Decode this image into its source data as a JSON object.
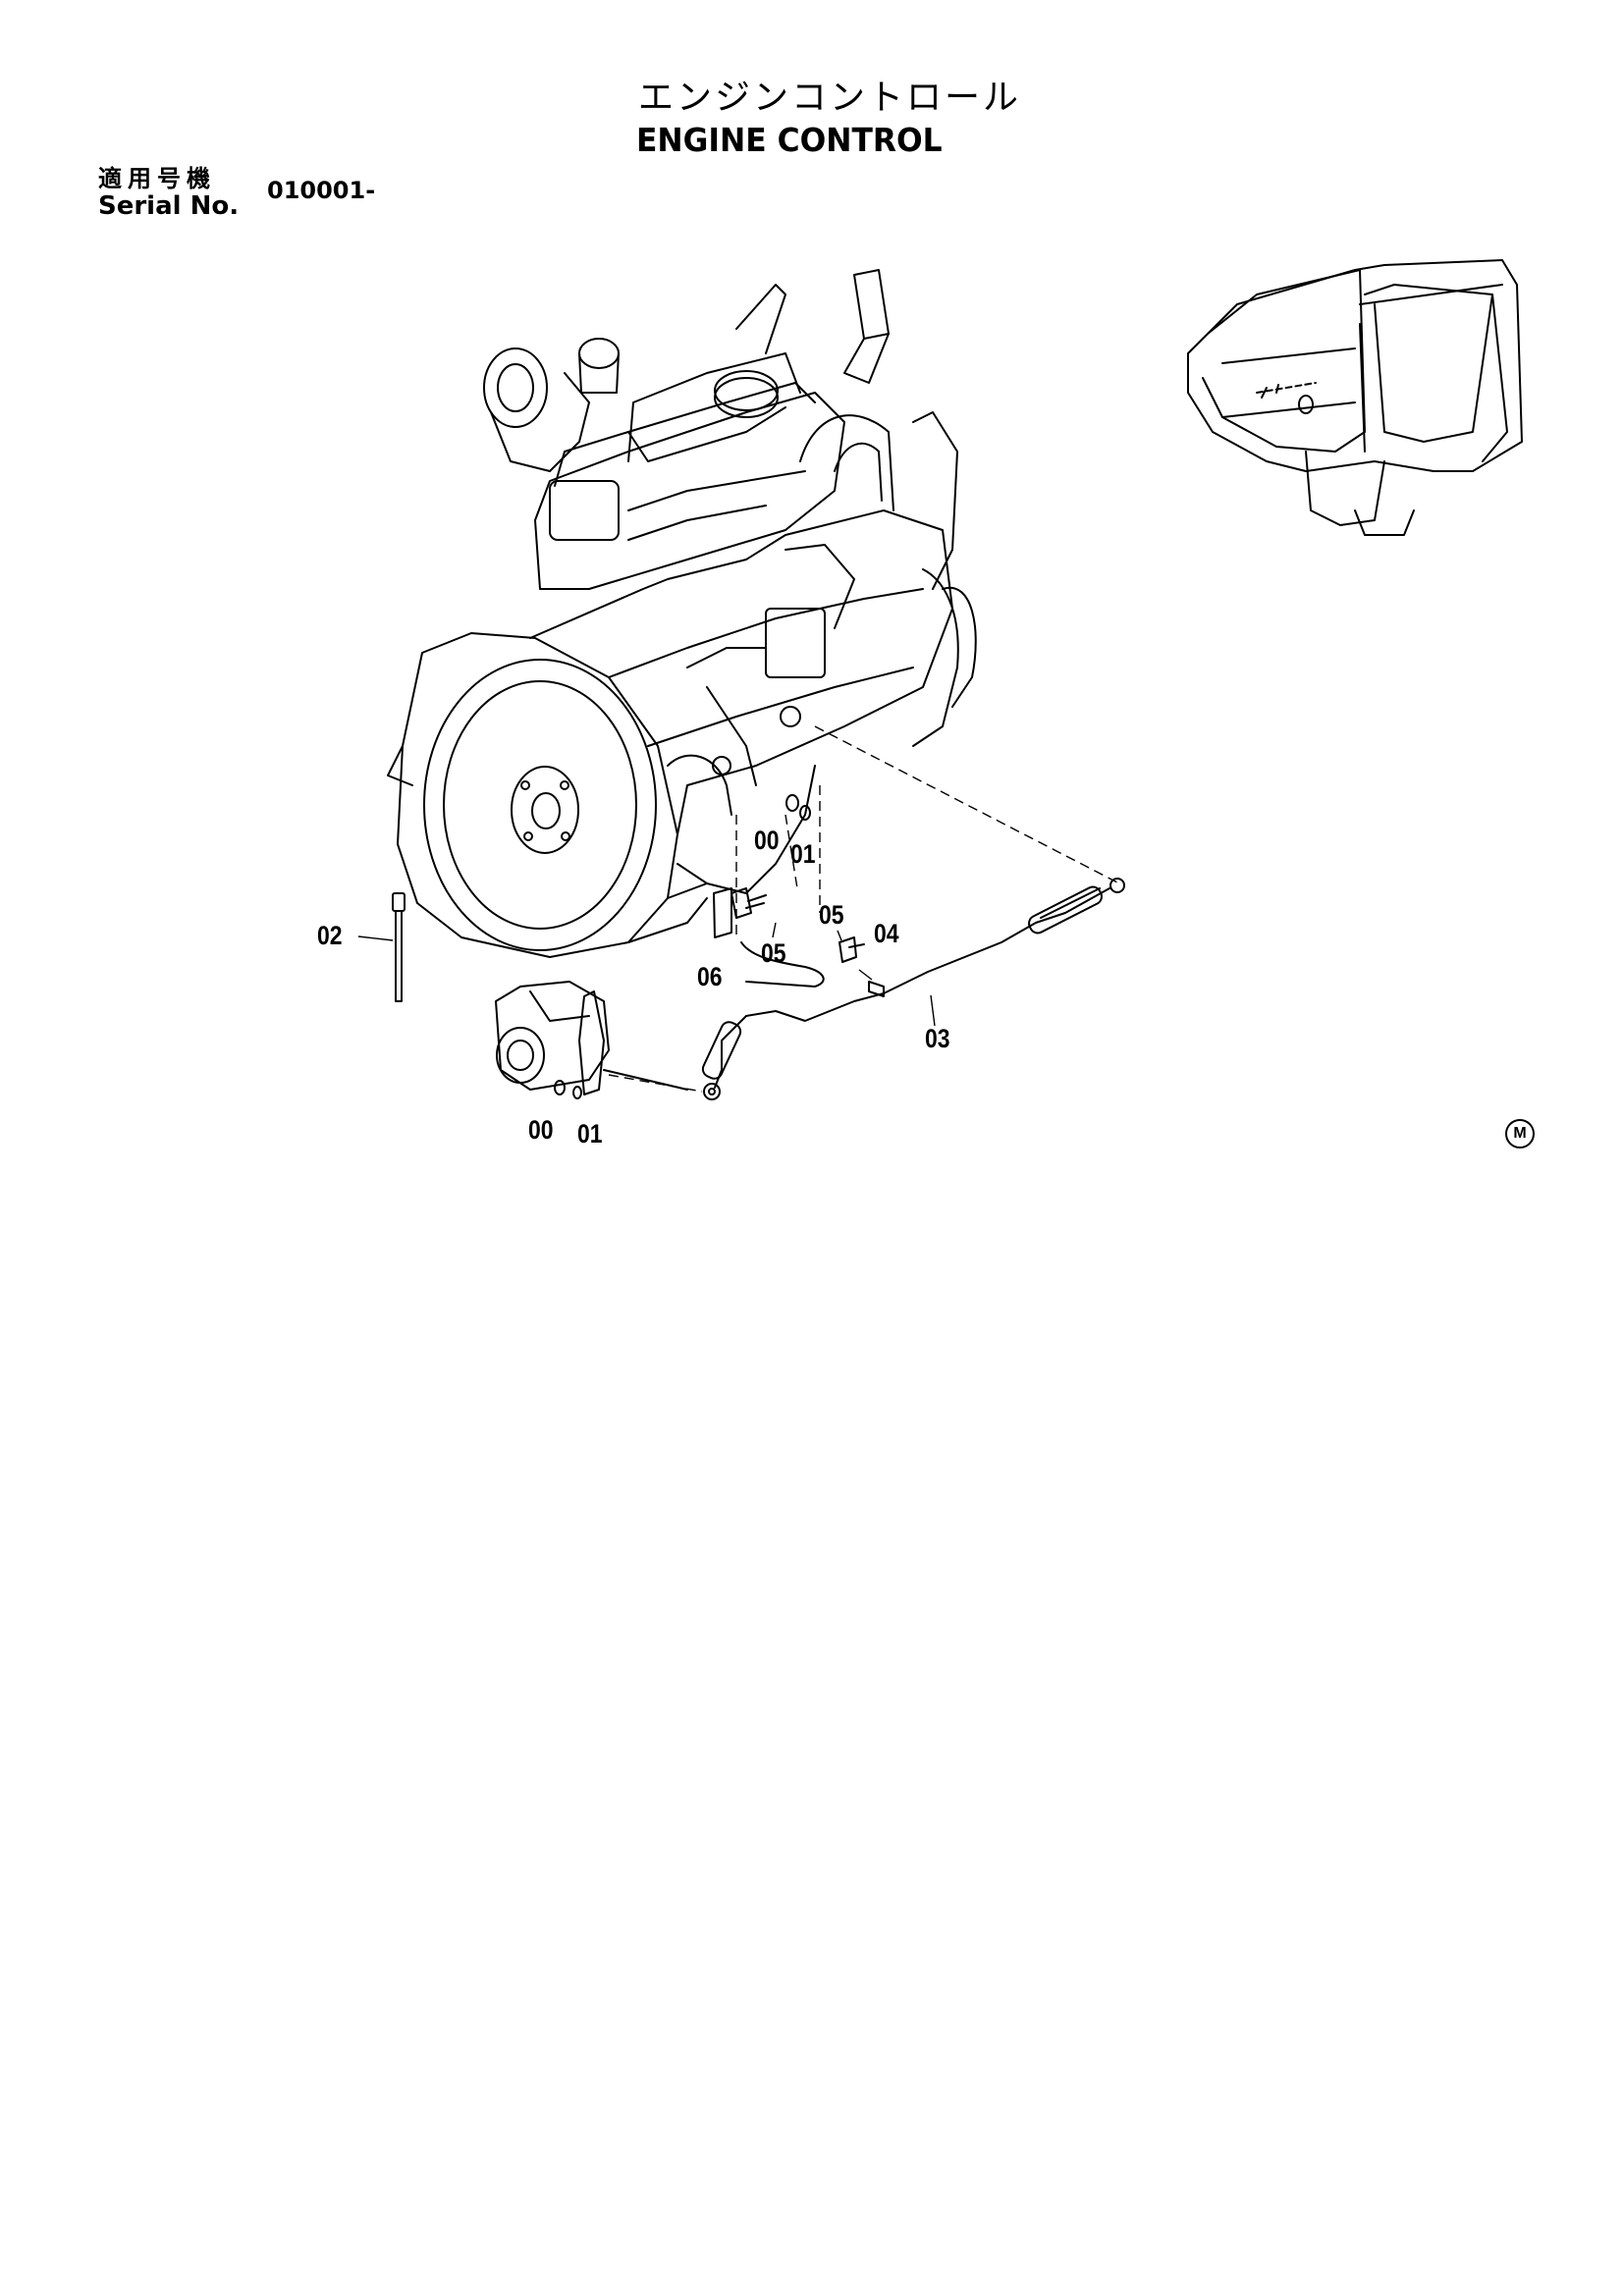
{
  "header": {
    "title_jp": "エンジンコントロール",
    "title_en": "ENGINE CONTROL",
    "serial_label_jp": "適用号機",
    "serial_label_en": "Serial No.",
    "serial_value": "010001-"
  },
  "callouts": {
    "c00_upper": "00",
    "c01_upper": "01",
    "c02": "02",
    "c03": "03",
    "c04": "04",
    "c05_a": "05",
    "c05_b": "05",
    "c06": "06",
    "c00_lower": "00",
    "c01_lower": "01"
  },
  "mark": "M",
  "colors": {
    "ink": "#000000",
    "paper": "#ffffff"
  },
  "icons": [
    "engine-illustration",
    "excavator-location-icon",
    "engine-control-cable",
    "throttle-actuator",
    "cable-tie",
    "bolt"
  ]
}
